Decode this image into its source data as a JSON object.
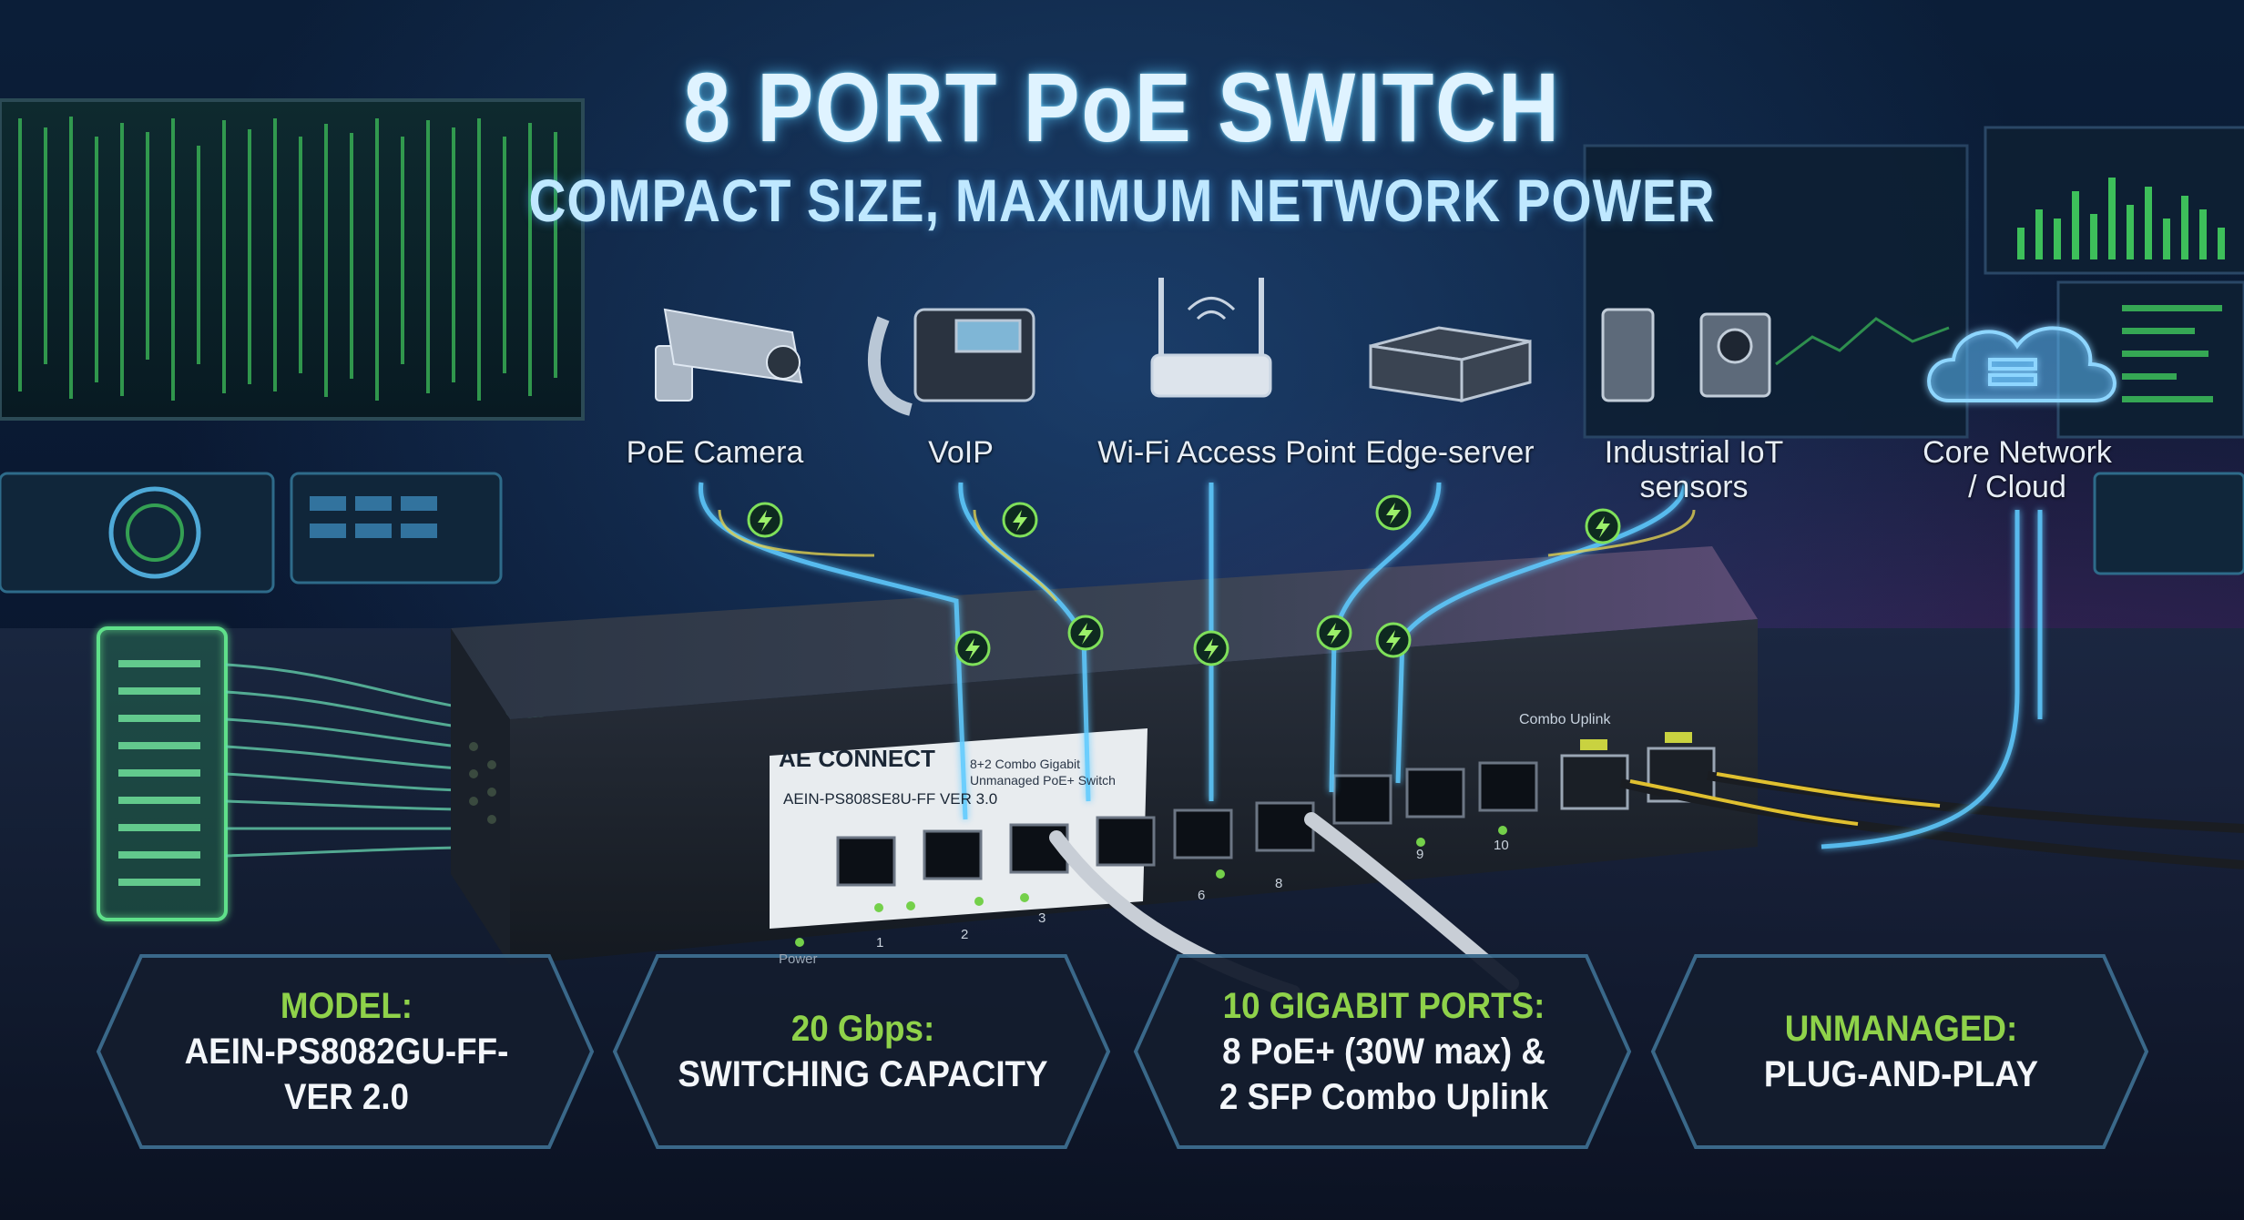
{
  "header": {
    "title": "8 PORT PoE SWITCH",
    "subtitle": "COMPACT SIZE, MAXIMUM NETWORK POWER"
  },
  "devices": [
    {
      "label": "PoE Camera",
      "icon": "security-camera-icon"
    },
    {
      "label": "VoIP",
      "icon": "voip-phone-icon"
    },
    {
      "label": "Wi-Fi Access Point",
      "icon": "wifi-access-point-icon"
    },
    {
      "label": "Edge-server",
      "icon": "edge-server-icon"
    },
    {
      "label": "Industrial IoT sensors",
      "line1": "Industrial IoT",
      "line2": "sensors",
      "icon": "iot-sensor-icon"
    },
    {
      "label": "Core Network / Cloud",
      "line1": "Core Network",
      "line2": "/ Cloud",
      "icon": "cloud-icon"
    }
  ],
  "switch": {
    "brand": "AE CONNECT",
    "model": "AEIN-PS808SE8U-FF VER 3.0",
    "desc_line1": "8+2 Combo Gigabit",
    "desc_line2": "Unmanaged PoE+ Switch",
    "uplink_label": "Combo Uplink",
    "power_label": "Power",
    "port_numbers": [
      "1",
      "2",
      "3",
      "6",
      "8",
      "9",
      "10"
    ]
  },
  "features": [
    {
      "head": "MODEL:",
      "body": "AEIN-PS8082GU-FF-VER 2.0",
      "body_line1": "AEIN-PS8082GU-FF-",
      "body_line2": "VER 2.0"
    },
    {
      "head": "20 Gbps:",
      "body": "SWITCHING CAPACITY"
    },
    {
      "head": "10 GIGABIT PORTS:",
      "body_line1": "8 PoE+ (30W max) &",
      "body_line2": "2 SFP Combo Uplink"
    },
    {
      "head": "UNMANAGED:",
      "body": "PLUG-AND-PLAY"
    }
  ],
  "colors": {
    "accent_green": "#8fd24a",
    "glow_cyan": "#5ecbff",
    "background": "#081528"
  }
}
